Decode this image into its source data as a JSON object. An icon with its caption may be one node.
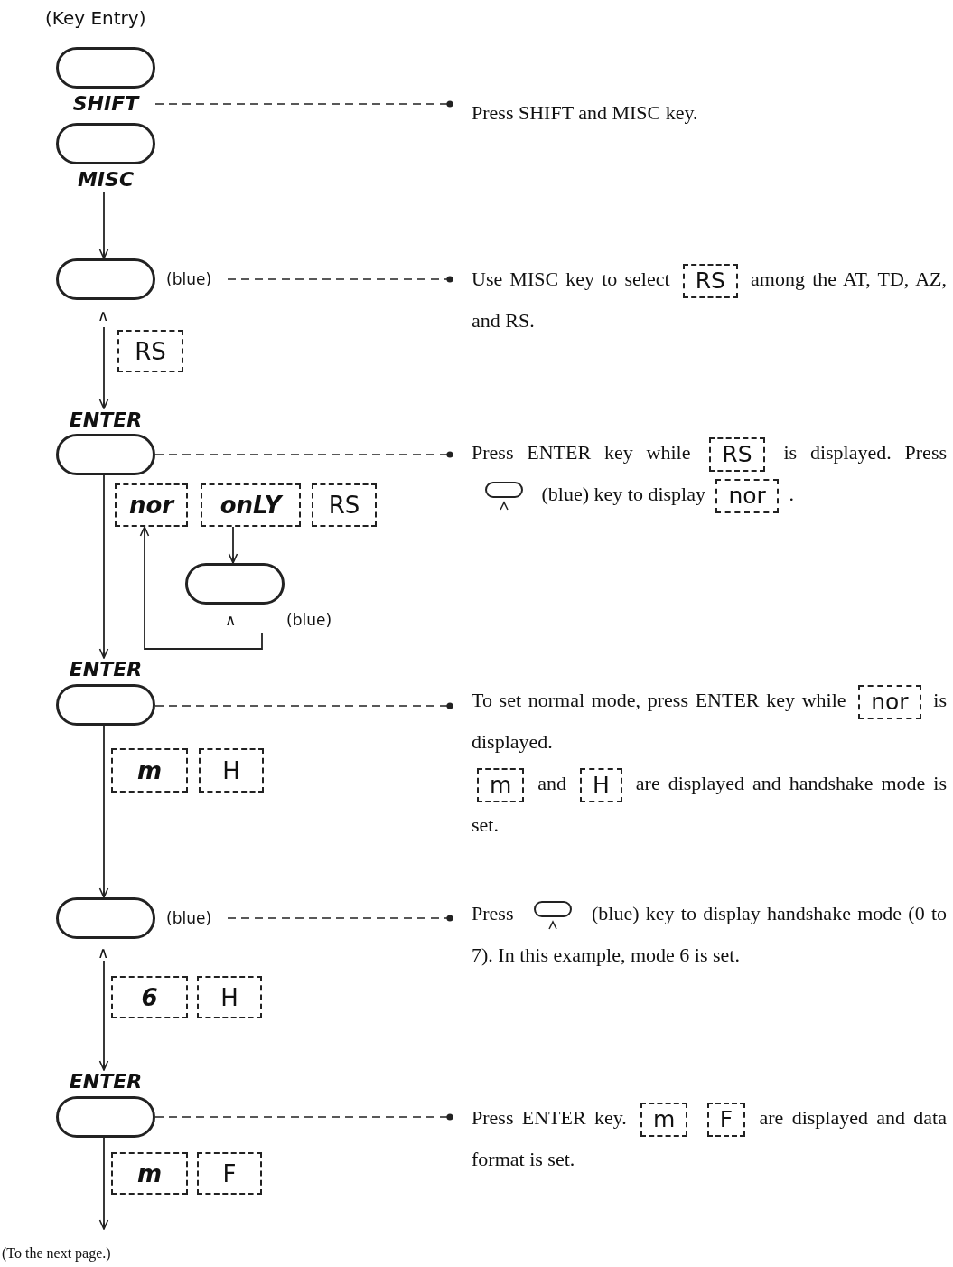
{
  "diagram": {
    "title": "(Key Entry)",
    "caption": "(To the next page.)",
    "nodes": [
      {
        "text": [
          "SHIFT"
        ]
      },
      {
        "text": [
          "Press SHIFT and MISC key."
        ]
      },
      {
        "text": [
          "MISC"
        ]
      },
      {
        "text": [],
        "shape": "box",
        "beside": [
          "(blue)",
          "∧"
        ]
      },
      {
        "text": [
          "Use MISC key to select",
          "RS",
          "among the AT, TD, AZ, and RS."
        ]
      },
      {
        "text": [
          "RS"
        ]
      },
      {
        "text": [
          "ENTER"
        ]
      },
      {
        "text": [
          "Press ENTER key while",
          "RS",
          "is displayed. Press",
          "(blue) key to display",
          "nor",
          "."
        ]
      },
      {
        "text": [
          "nor"
        ]
      },
      {
        "text": [
          "onLY"
        ]
      },
      {
        "text": [
          "RS"
        ]
      },
      {
        "text": [],
        "shape": "box",
        "beside": [
          "∧",
          "(blue)"
        ]
      },
      {
        "text": [
          "ENTER"
        ]
      },
      {
        "text": [
          "To set normal mode, press ENTER key while",
          "nor",
          "is displayed.",
          "m",
          "and",
          "H",
          "are displayed and handshake mode is set."
        ]
      },
      {
        "text": [
          "m"
        ]
      },
      {
        "text": [
          "H"
        ]
      },
      {
        "text": [],
        "shape": "box",
        "beside": [
          "(blue)",
          "∧"
        ]
      },
      {
        "text": [
          "Press",
          "(blue) key to display handshake mode (0 to 7). In this example, mode 6 is set."
        ]
      },
      {
        "text": [
          "6"
        ]
      },
      {
        "text": [
          "H"
        ]
      },
      {
        "text": [
          "ENTER"
        ]
      },
      {
        "text": [
          "Press ENTER key.",
          "m",
          "F",
          "are displayed and data format is set."
        ]
      },
      {
        "text": [
          "m"
        ]
      },
      {
        "text": [
          "F"
        ]
      }
    ],
    "edges": [
      {
        "from": 0,
        "to": 1,
        "arrow": "other",
        "style": "dashed"
      },
      {
        "from": 2,
        "to": 3,
        "arrow": "to"
      },
      {
        "from": 3,
        "to": 4,
        "arrow": "other",
        "style": "dashed"
      },
      {
        "from": 3,
        "to": 6,
        "arrow": "to"
      },
      {
        "from": 6,
        "to": 7,
        "arrow": "other",
        "style": "dashed"
      },
      {
        "from": 6,
        "to": 12,
        "arrow": "to"
      },
      {
        "from": 9,
        "to": 11,
        "arrow": "to"
      },
      {
        "from": 11,
        "to": 8,
        "arrow": "to"
      },
      {
        "from": 12,
        "to": 13,
        "arrow": "other",
        "style": "dashed"
      },
      {
        "from": 12,
        "to": 16,
        "arrow": "to"
      },
      {
        "from": 16,
        "to": 17,
        "arrow": "other",
        "style": "dashed"
      },
      {
        "from": 16,
        "to": 20,
        "arrow": "to"
      },
      {
        "from": 20,
        "to": 21,
        "arrow": "other",
        "style": "dashed"
      },
      {
        "from": 20,
        "to": null,
        "arrow": "to"
      }
    ]
  }
}
